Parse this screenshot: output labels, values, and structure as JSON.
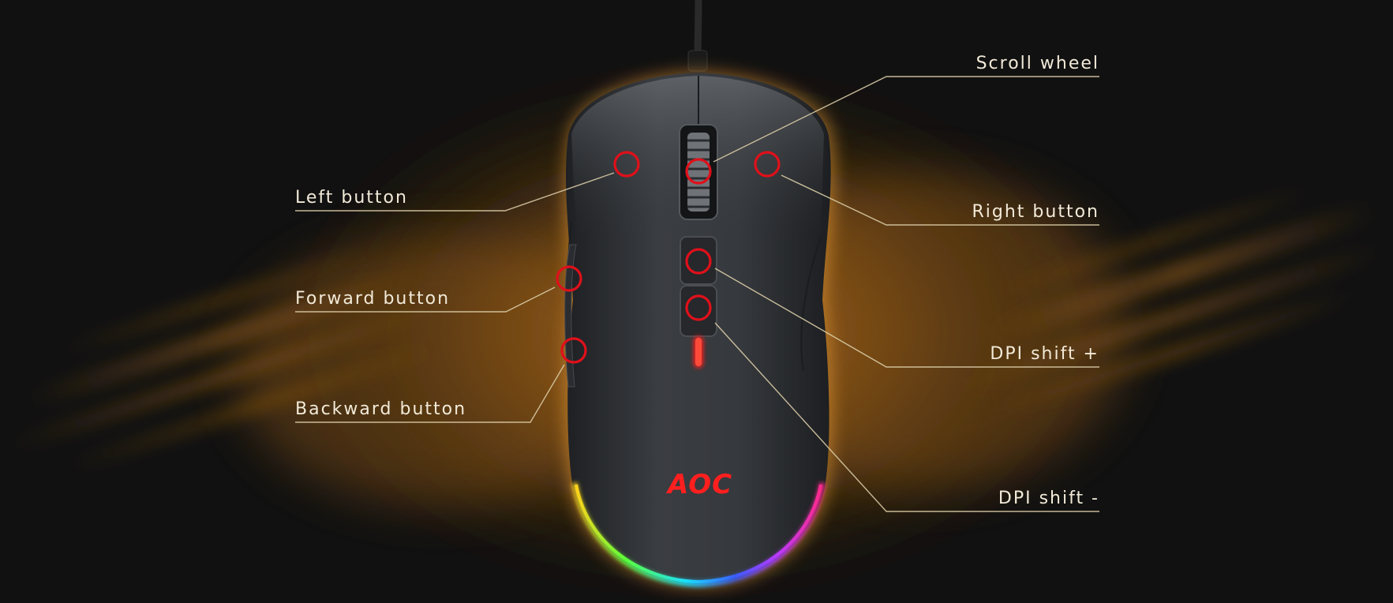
{
  "product": {
    "brand_logo_text": "AOC"
  },
  "callouts": [
    {
      "id": "scroll-wheel",
      "label": "Scroll wheel",
      "side": "right"
    },
    {
      "id": "left-button",
      "label": "Left button",
      "side": "left"
    },
    {
      "id": "right-button",
      "label": "Right button",
      "side": "right"
    },
    {
      "id": "forward-button",
      "label": "Forward button",
      "side": "left"
    },
    {
      "id": "dpi-shift-plus",
      "label": "DPI shift +",
      "side": "right"
    },
    {
      "id": "backward-button",
      "label": "Backward button",
      "side": "left"
    },
    {
      "id": "dpi-shift-minus",
      "label": "DPI shift -",
      "side": "right"
    }
  ],
  "colors": {
    "background": "#111111",
    "glow": "#b8701c",
    "marker": "#e0101a",
    "label_text": "#f2ead8",
    "leader_line": "#d9cba6",
    "mouse_body": "#2c2e31"
  }
}
